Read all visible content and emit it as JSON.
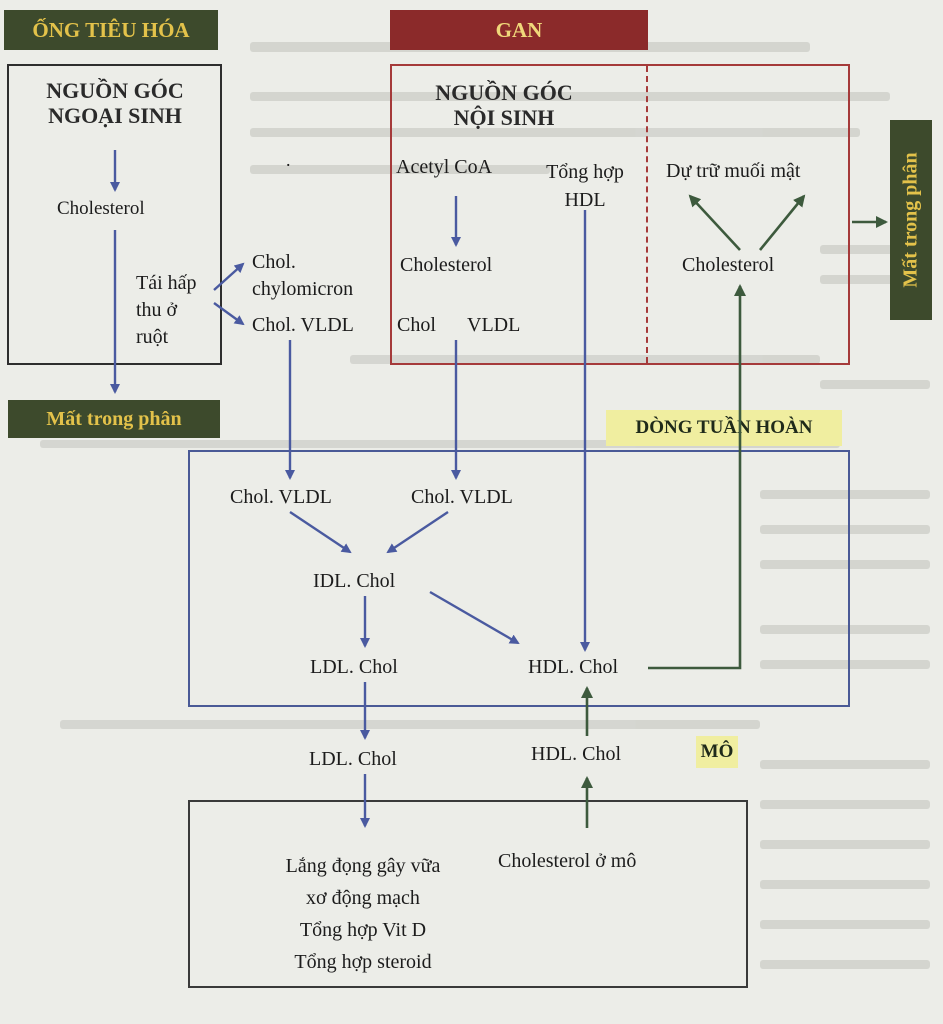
{
  "headers": {
    "digestive_tract": "ỐNG TIÊU HÓA",
    "liver": "GAN",
    "feces_right": "Mất trong phân",
    "feces_left": "Mất trong phân",
    "circulation": "DÒNG TUẦN HOÀN",
    "tissue": "MÔ"
  },
  "digestive": {
    "source_title": "NGUỒN GÓC NGOẠI SINH",
    "source_line1": "NGUỒN GÓC",
    "source_line2": "NGOẠI SINH",
    "dot": ".",
    "cholesterol": "Cholesterol",
    "reabsorb_line1": "Tái hấp",
    "reabsorb_line2": "thu ở",
    "reabsorb_line3": "ruột",
    "chol_chylo_line1": "Chol.",
    "chol_chylo_line2": "chylomicron",
    "chol_vldl": "Chol. VLDL"
  },
  "liver": {
    "source_line1": "NGUỒN GÓC",
    "source_line2": "NỘI SINH",
    "acetyl_coa": "Acetyl CoA",
    "cholesterol": "Cholesterol",
    "chol": "Chol",
    "vldl": "VLDL",
    "hdl_synth_line1": "Tổng hợp",
    "hdl_synth_line2": "HDL",
    "bile_salt_store": "Dự trữ muối mật",
    "cholesterol_right": "Cholesterol"
  },
  "circulation": {
    "chol_vldl_left": "Chol. VLDL",
    "chol_vldl_right": "Chol. VLDL",
    "idl_chol": "IDL. Chol",
    "ldl_chol": "LDL. Chol",
    "hdl_chol": "HDL. Chol"
  },
  "tissue": {
    "ldl_chol": "LDL. Chol",
    "hdl_chol": "HDL. Chol",
    "deposit_line1": "Lắng đọng gây vữa",
    "deposit_line2": "xơ động mạch",
    "vit_d": "Tổng hợp Vit D",
    "steroid": "Tổng hợp steroid",
    "tissue_cholesterol": "Cholesterol ở mô"
  },
  "colors": {
    "page_bg": "#ecede8",
    "digestive_header_bg": "#3d4a2c",
    "digestive_header_text": "#e3c24a",
    "liver_header_bg": "#8b2a2a",
    "liver_header_text": "#f0d87a",
    "liver_box_border": "#a53a3a",
    "circulation_label_bg": "#f0eea0",
    "circulation_box_border": "#4a5a96",
    "blue_arrow": "#4a5aa0",
    "green_arrow": "#3d5a3d"
  }
}
